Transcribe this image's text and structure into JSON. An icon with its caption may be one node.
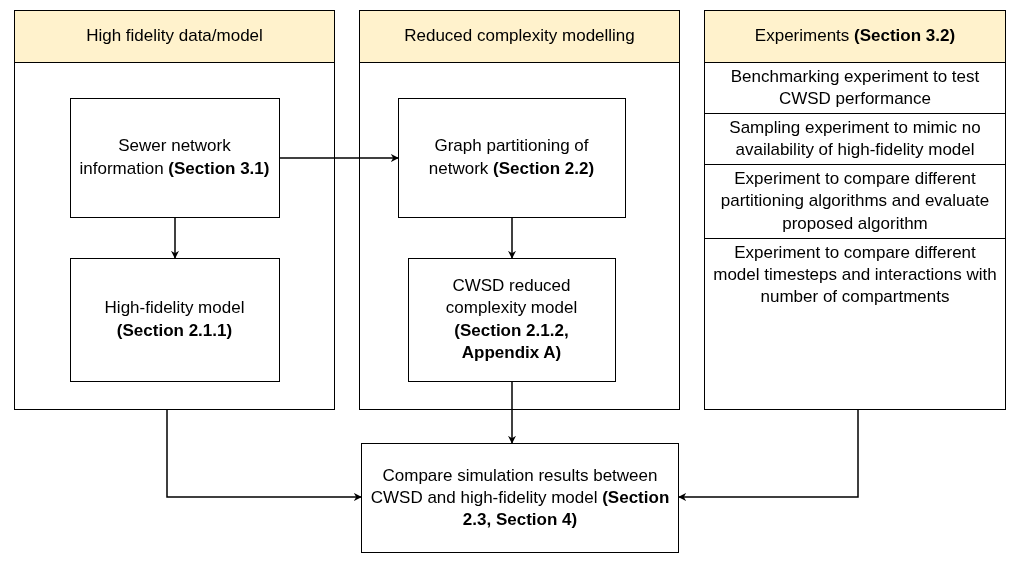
{
  "diagram": {
    "nodes": [
      {
        "text": [
          "High fidelity data/model"
        ]
      },
      {
        "text": [
          "Sewer network information **(Section 3.1)**"
        ],
        "in": 0
      },
      {
        "text": [
          "High-fidelity model **(Section 2.1.1)**"
        ],
        "in": 0
      },
      {
        "text": [
          "Reduced complexity modelling"
        ]
      },
      {
        "text": [
          "Graph partitioning of network **(Section 2.2)**"
        ],
        "in": 3
      },
      {
        "text": [
          "CWSD reduced complexity model **(Section 2.1.2, Appendix A)**"
        ],
        "in": 3
      },
      {
        "text": [
          "Experiments **(Section 3.2)**"
        ]
      },
      {
        "text": [
          "Benchmarking experiment to test CWSD performance"
        ],
        "in": 6
      },
      {
        "text": [
          "Sampling experiment to mimic no availability of high-fidelity model"
        ],
        "in": 6
      },
      {
        "text": [
          "Experiment to compare different partitioning algorithms and evaluate proposed algorithm"
        ],
        "in": 6
      },
      {
        "text": [
          "Experiment to compare different model timesteps and interactions with number of compartments"
        ],
        "in": 6
      },
      {
        "text": [
          "Compare simulation results between CWSD and high-fidelity model **(Section 2.3, Section 4)**"
        ]
      }
    ],
    "edges": [
      {
        "from": 1,
        "to": 2,
        "arrow": "to"
      },
      {
        "from": 1,
        "to": 4,
        "arrow": "to"
      },
      {
        "from": 4,
        "to": 5,
        "arrow": "to"
      },
      {
        "from": 5,
        "to": 11,
        "arrow": "to"
      },
      {
        "from": 0,
        "to": 11,
        "arrow": "to"
      },
      {
        "from": 6,
        "to": 11,
        "arrow": "to"
      }
    ]
  }
}
